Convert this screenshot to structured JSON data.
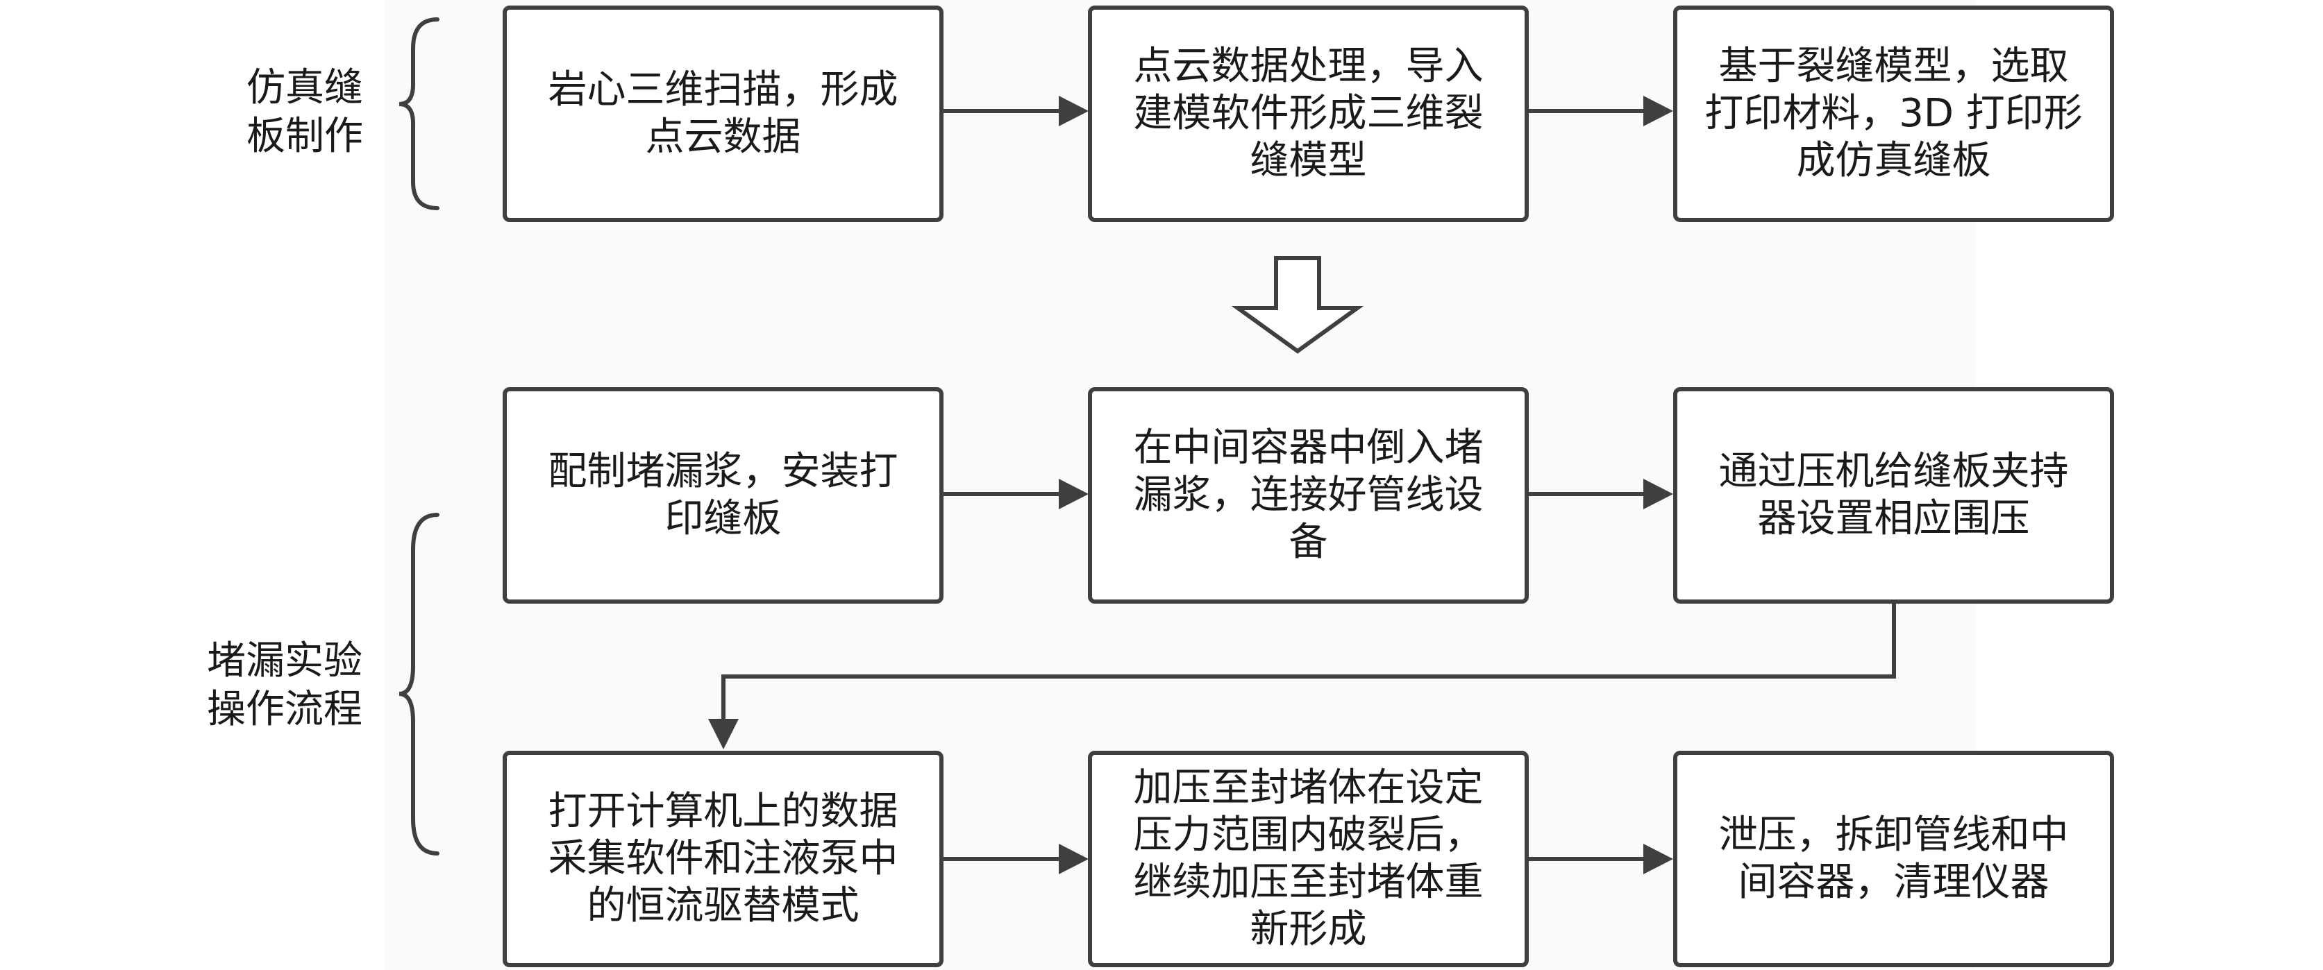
{
  "groups": {
    "sim": "仿真缝\n板制作",
    "exp": "堵漏实验\n操作流程"
  },
  "boxes": {
    "b1": "岩心三维扫描，形成\n点云数据",
    "b2": "点云数据处理，导入\n建模软件形成三维裂\n缝模型",
    "b3": "基于裂缝模型，选取\n打印材料，3D 打印形\n成仿真缝板",
    "b4": "配制堵漏浆，安装打\n印缝板",
    "b5": "在中间容器中倒入堵\n漏浆，连接好管线设\n备",
    "b6": "通过压机给缝板夹持\n器设置相应围压",
    "b7": "打开计算机上的数据\n采集软件和注液泵中\n的恒流驱替模式",
    "b8": "加压至封堵体在设定\n压力范围内破裂后，\n继续加压至封堵体重\n新形成",
    "b9": "泄压，拆卸管线和中\n间容器，清理仪器"
  },
  "colors": {
    "stroke": "#3f3f3f",
    "background": "#fafafa"
  }
}
